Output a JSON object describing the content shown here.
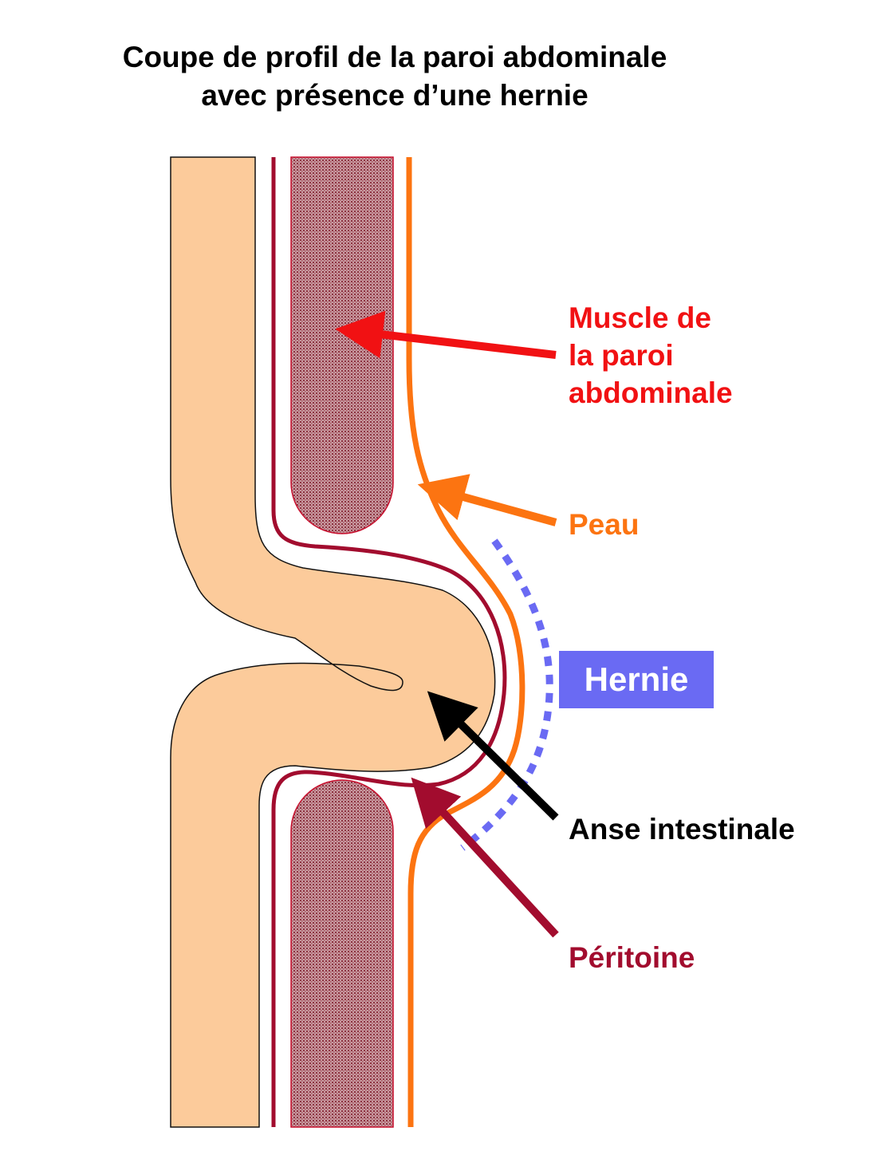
{
  "title": {
    "line1": "Coupe de profil de la paroi abdominale",
    "line2": "avec présence d’une hernie"
  },
  "labels": {
    "muscle": [
      "Muscle de",
      "la paroi",
      "abdominale"
    ],
    "peau": "Peau",
    "hernie": "Hernie",
    "anse": "Anse intestinale",
    "peritoine": "Péritoine"
  },
  "colors": {
    "intestine": "#fccb9b",
    "muscle": "#9f4752",
    "peritoneum": "#a20c2e",
    "skin": "#fc7411",
    "hernia": "#6a6af3",
    "muscle_label": "#f11113",
    "anse_label": "#000000"
  }
}
